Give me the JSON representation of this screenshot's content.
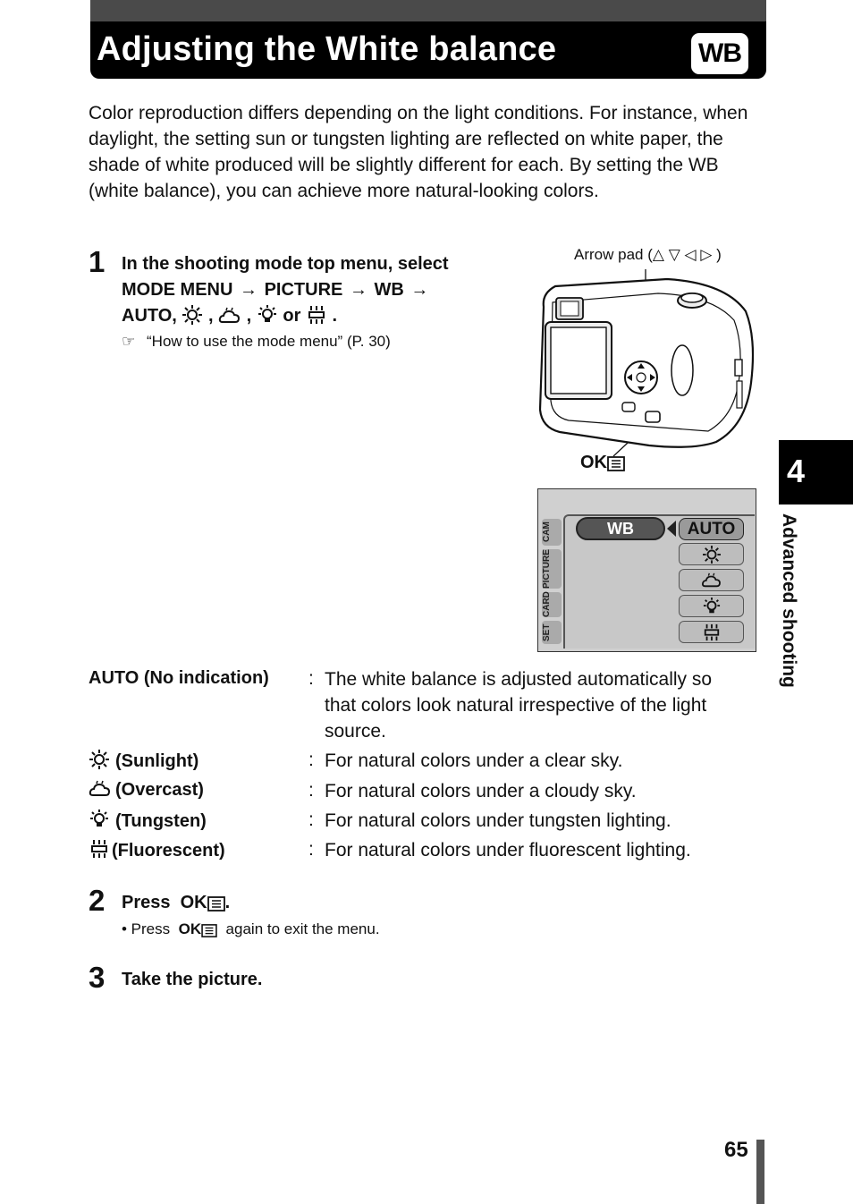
{
  "header": {
    "title": "Adjusting the White balance",
    "badge": "WB"
  },
  "intro": "Color reproduction differs depending on the light conditions. For instance, when daylight, the setting sun or tungsten lighting are reflected on white paper, the shade of white produced will be slightly different for each. By setting the WB (white balance), you can achieve more natural-looking colors.",
  "step1": {
    "number": "1",
    "line1": "In the shooting mode top menu, select",
    "mode_menu": "MODE MENU",
    "picture": "PICTURE",
    "wb": "WB",
    "auto": "AUTO,",
    "comma": ",",
    "or": "or",
    "period": ".",
    "reference": "“How to use the mode menu” (P. 30)"
  },
  "diagram": {
    "arrow_pad_label": "Arrow pad (",
    "arrow_pad_close": ")",
    "ok_label": "OK"
  },
  "menu_screen": {
    "tabs": [
      "CAM",
      "PICTURE",
      "CARD",
      "SET"
    ],
    "wb_label": "WB",
    "options": [
      "AUTO",
      "sunlight-icon",
      "overcast-icon",
      "tungsten-icon",
      "fluorescent-icon"
    ]
  },
  "definitions": [
    {
      "term": "AUTO (No indication)",
      "desc": "The white balance is adjusted automatically so that colors look natural irrespective of the light source."
    },
    {
      "term": "(Sunlight)",
      "desc": "For natural colors under a clear sky."
    },
    {
      "term": "(Overcast)",
      "desc": "For natural colors under a cloudy sky."
    },
    {
      "term": "(Tungsten)",
      "desc": "For natural colors under tungsten lighting."
    },
    {
      "term": "(Fluorescent)",
      "desc": "For natural colors under fluorescent lighting."
    }
  ],
  "step2": {
    "number": "2",
    "text": "Press",
    "ok": "OK",
    "period": ".",
    "bullet_pre": "• Press",
    "bullet_post": "again to exit the menu."
  },
  "step3": {
    "number": "3",
    "text": "Take the picture."
  },
  "chapter": {
    "number": "4",
    "label": "Advanced shooting"
  },
  "page_number": "65"
}
